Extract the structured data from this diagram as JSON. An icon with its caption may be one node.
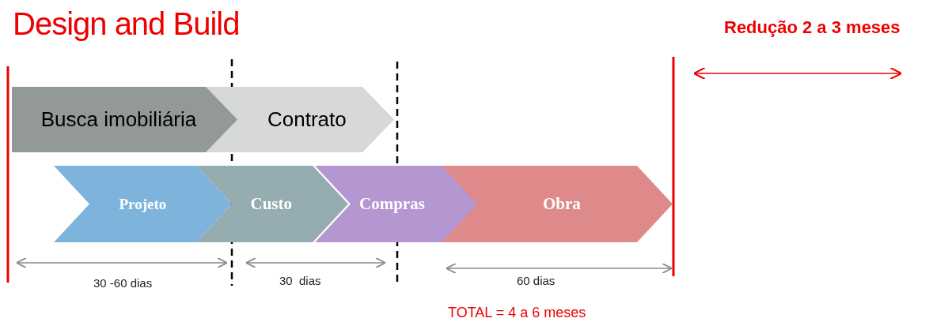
{
  "diagram": {
    "title": "Design and Build",
    "nodes": [
      {
        "text": [
          "Busca imobiliária"
        ]
      },
      {
        "text": [
          "Contrato"
        ]
      },
      {
        "text": [
          "Projeto"
        ]
      },
      {
        "text": [
          "Custo"
        ]
      },
      {
        "text": [
          "Compras"
        ]
      },
      {
        "text": [
          "Obra"
        ]
      }
    ],
    "edges": [],
    "labels": [
      "Redução 2 a 3 meses",
      "30 -60 dias",
      "30  dias",
      "60 dias",
      "TOTAL = 4 a 6 meses"
    ]
  }
}
